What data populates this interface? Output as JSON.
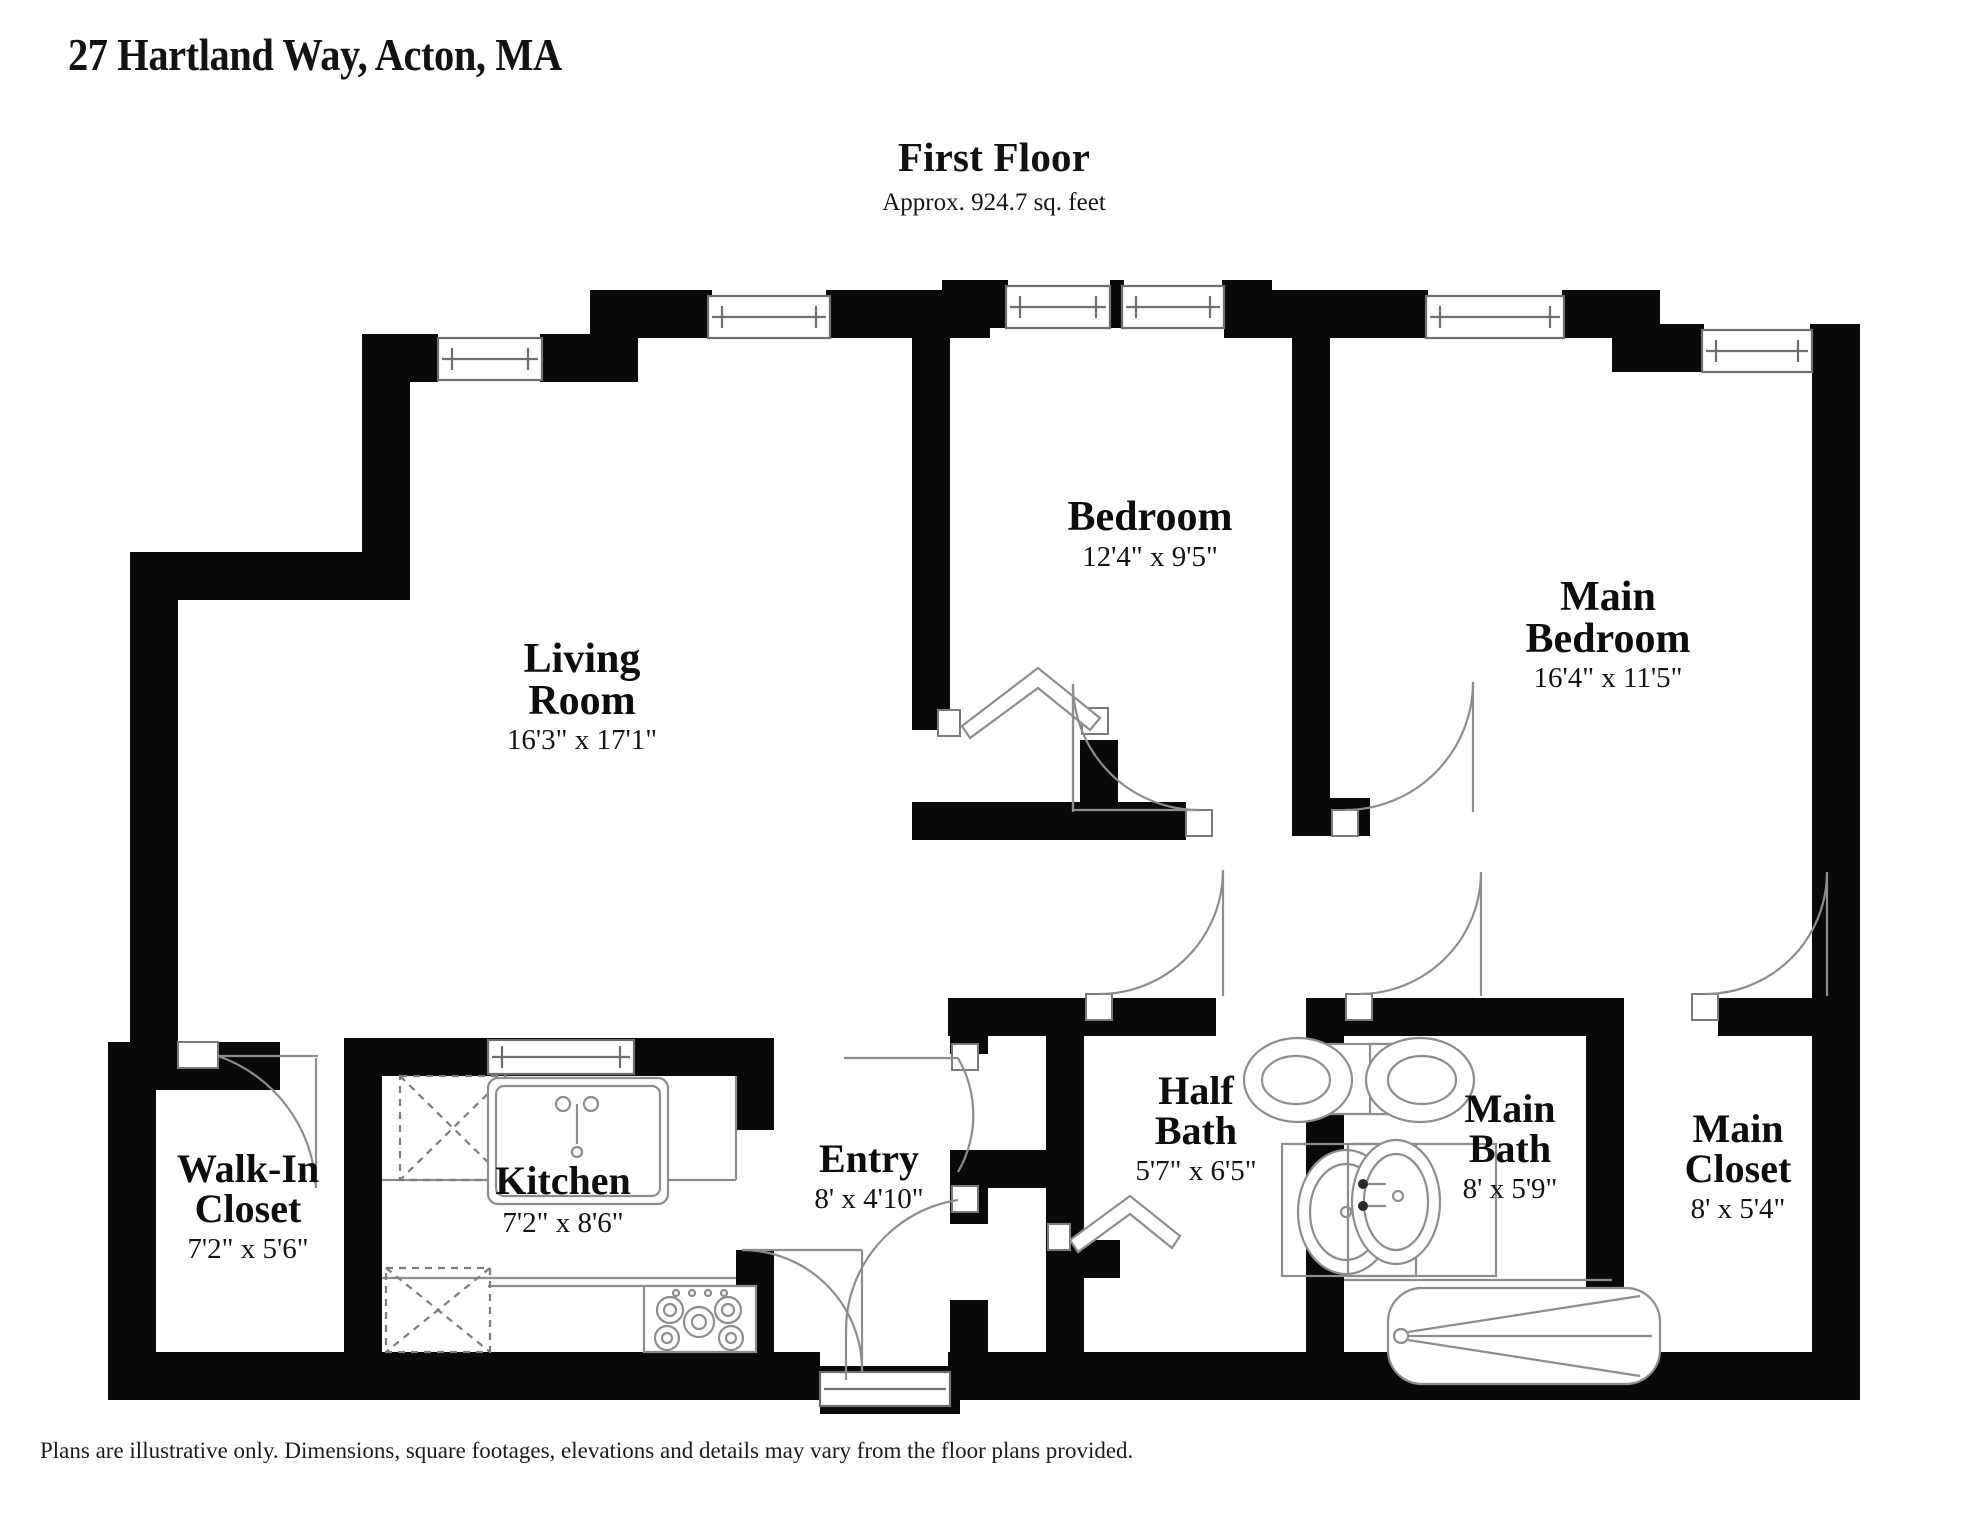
{
  "header": {
    "address": "27 Hartland Way, Acton, MA",
    "floor_name": "First Floor",
    "floor_area": "Approx. 924.7 sq. feet"
  },
  "footer": {
    "disclaimer": "Plans are illustrative only. Dimensions, square footages, elevations and details may vary from the floor plans provided."
  },
  "colors": {
    "wall": "#090909",
    "background": "#ffffff",
    "fixture_stroke": "#8d8d8d",
    "text": "#111111"
  },
  "rooms": [
    {
      "id": "living-room",
      "name_line1": "Living",
      "name_line2": "Room",
      "dimensions": "16'3\" x 17'1\""
    },
    {
      "id": "bedroom",
      "name_line1": "Bedroom",
      "name_line2": "",
      "dimensions": "12'4\" x 9'5\""
    },
    {
      "id": "main-bedroom",
      "name_line1": "Main",
      "name_line2": "Bedroom",
      "dimensions": "16'4\" x 11'5\""
    },
    {
      "id": "walk-in-closet",
      "name_line1": "Walk-In",
      "name_line2": "Closet",
      "dimensions": "7'2\" x 5'6\""
    },
    {
      "id": "kitchen",
      "name_line1": "Kitchen",
      "name_line2": "",
      "dimensions": "7'2\" x 8'6\""
    },
    {
      "id": "entry",
      "name_line1": "Entry",
      "name_line2": "",
      "dimensions": "8' x 4'10\""
    },
    {
      "id": "half-bath",
      "name_line1": "Half",
      "name_line2": "Bath",
      "dimensions": "5'7\" x 6'5\""
    },
    {
      "id": "main-bath",
      "name_line1": "Main",
      "name_line2": "Bath",
      "dimensions": "8' x 5'9\""
    },
    {
      "id": "main-closet",
      "name_line1": "Main",
      "name_line2": "Closet",
      "dimensions": "8' x 5'4\""
    }
  ],
  "fixtures": {
    "kitchen": [
      "sink-fixture",
      "stove-fixture",
      "refrigerator-fixture",
      "dishwasher-fixture",
      "counter-fixture"
    ],
    "half_bath": [
      "toilet-fixture",
      "sink-fixture"
    ],
    "main_bath": [
      "toilet-fixture",
      "sink-fixture",
      "bathtub-fixture"
    ]
  },
  "openings": {
    "windows": 6,
    "doors": 7
  }
}
